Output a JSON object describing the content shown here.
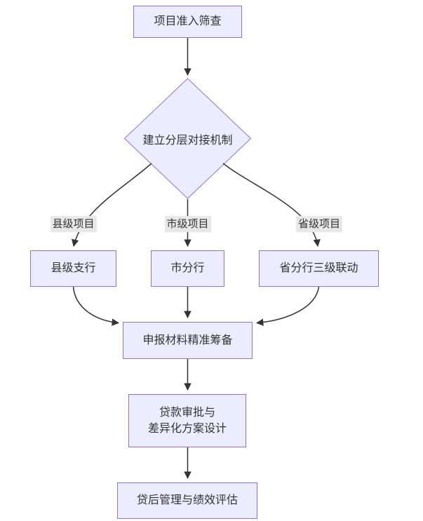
{
  "diagram": {
    "type": "flowchart",
    "direction": "top-down",
    "nodes": {
      "screening": {
        "label": "项目准入筛查",
        "shape": "rect"
      },
      "decision": {
        "label": "建立分层对接机制",
        "shape": "diamond"
      },
      "county_branch": {
        "label": "县级支行",
        "shape": "rect"
      },
      "city_branch": {
        "label": "市分行",
        "shape": "rect"
      },
      "province_branch": {
        "label": "省分行三级联动",
        "shape": "rect"
      },
      "materials": {
        "label": "申报材料精准筹备",
        "shape": "rect"
      },
      "approval": {
        "label": "贷款审批与\n差异化方案设计",
        "shape": "rect"
      },
      "post_loan": {
        "label": "贷后管理与绩效评估",
        "shape": "rect"
      }
    },
    "edge_labels": {
      "county": "县级项目",
      "city": "市级项目",
      "province": "省级项目"
    },
    "edges": [
      {
        "from": "screening",
        "to": "decision"
      },
      {
        "from": "decision",
        "to": "county_branch",
        "label": "县级项目"
      },
      {
        "from": "decision",
        "to": "city_branch",
        "label": "市级项目"
      },
      {
        "from": "decision",
        "to": "province_branch",
        "label": "省级项目"
      },
      {
        "from": "county_branch",
        "to": "materials"
      },
      {
        "from": "city_branch",
        "to": "materials"
      },
      {
        "from": "province_branch",
        "to": "materials"
      },
      {
        "from": "materials",
        "to": "approval"
      },
      {
        "from": "approval",
        "to": "post_loan"
      }
    ],
    "colors": {
      "node_fill": "#ECECFF",
      "node_border": "#9370DB",
      "edge": "#333333",
      "edge_label_bg": "#e8e8e8",
      "text": "#333333",
      "background": "#ffffff"
    }
  }
}
